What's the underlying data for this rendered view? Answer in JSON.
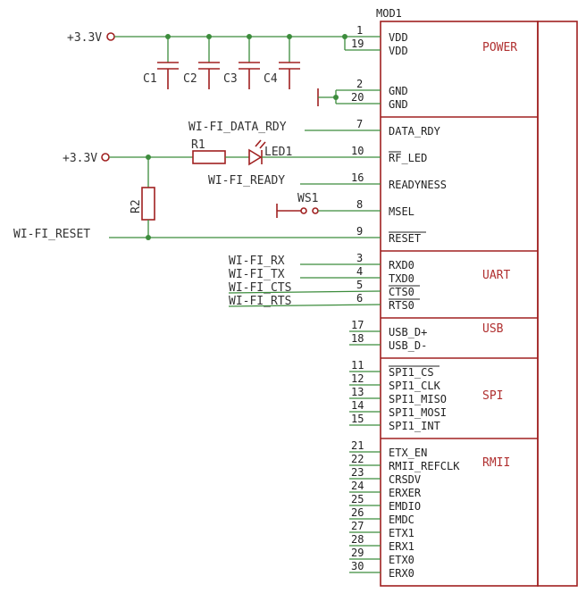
{
  "module": {
    "name": "MOD1",
    "sections": [
      {
        "label": "POWER",
        "pins": [
          {
            "num": "1",
            "name": "VDD"
          },
          {
            "num": "19",
            "name": "VDD"
          },
          {
            "num": "2",
            "name": "GND"
          },
          {
            "num": "20",
            "name": "GND"
          }
        ]
      },
      {
        "label": "",
        "pins": [
          {
            "num": "7",
            "name": "DATA_RDY"
          },
          {
            "num": "10",
            "name": "RF_LED"
          },
          {
            "num": "16",
            "name": "READYNESS"
          },
          {
            "num": "8",
            "name": "MSEL"
          },
          {
            "num": "9",
            "name": "RESET"
          }
        ]
      },
      {
        "label": "UART",
        "pins": [
          {
            "num": "3",
            "name": "RXD0"
          },
          {
            "num": "4",
            "name": "TXD0"
          },
          {
            "num": "5",
            "name": "CTS0"
          },
          {
            "num": "6",
            "name": "RTS0"
          }
        ]
      },
      {
        "label": "USB",
        "pins": [
          {
            "num": "17",
            "name": "USB_D+"
          },
          {
            "num": "18",
            "name": "USB_D-"
          }
        ]
      },
      {
        "label": "SPI",
        "pins": [
          {
            "num": "11",
            "name": "SPI1_CS"
          },
          {
            "num": "12",
            "name": "SPI1_CLK"
          },
          {
            "num": "13",
            "name": "SPI1_MISO"
          },
          {
            "num": "14",
            "name": "SPI1_MOSI"
          },
          {
            "num": "15",
            "name": "SPI1_INT"
          }
        ]
      },
      {
        "label": "RMII",
        "pins": [
          {
            "num": "21",
            "name": "ETX_EN"
          },
          {
            "num": "22",
            "name": "RMII_REFCLK"
          },
          {
            "num": "23",
            "name": "CRSDV"
          },
          {
            "num": "24",
            "name": "ERXER"
          },
          {
            "num": "25",
            "name": "EMDIO"
          },
          {
            "num": "26",
            "name": "EMDC"
          },
          {
            "num": "27",
            "name": "ETX1"
          },
          {
            "num": "28",
            "name": "ERX1"
          },
          {
            "num": "29",
            "name": "ETX0"
          },
          {
            "num": "30",
            "name": "ERX0"
          }
        ]
      }
    ]
  },
  "supply": {
    "top": "+3.3V",
    "mid": "+3.3V"
  },
  "capacitors": [
    "C1",
    "C2",
    "C3",
    "C4"
  ],
  "parts": {
    "r1": "R1",
    "r2": "R2",
    "led": "LED1",
    "switch": "WS1"
  },
  "nets": {
    "data_rdy": "WI-FI_DATA_RDY",
    "ready": "WI-FI_READY",
    "reset": "WI-FI_RESET",
    "rx": "WI-FI_RX",
    "tx": "WI-FI_TX",
    "cts": "WI-FI_CTS",
    "rts": "WI-FI_RTS"
  }
}
